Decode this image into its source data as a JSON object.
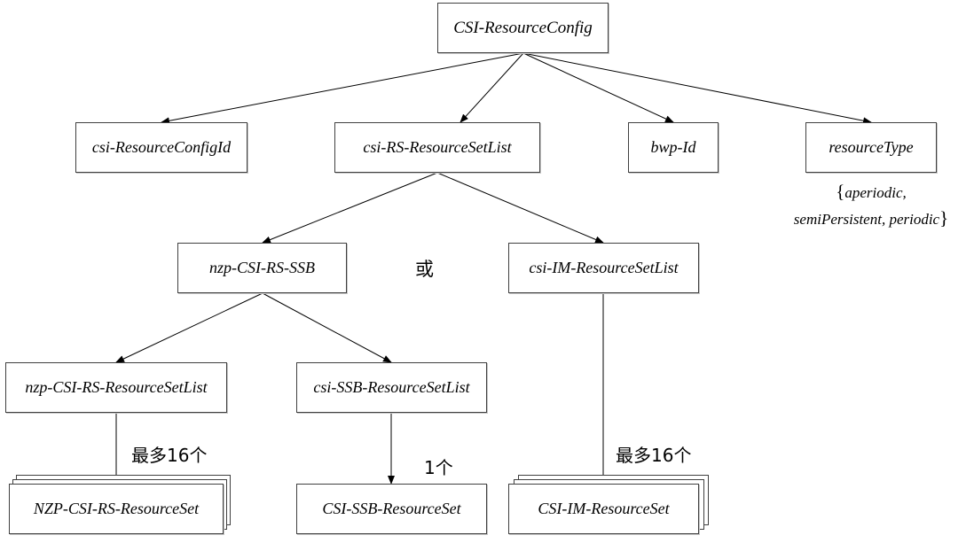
{
  "nodes": {
    "root": "CSI-ResourceConfig",
    "config_id": "csi-ResourceConfigId",
    "rs_set_list": "csi-RS-ResourceSetList",
    "bwp_id": "bwp-Id",
    "resource_type": "resourceType",
    "nzp_csi_rs_ssb": "nzp-CSI-RS-SSB",
    "im_set_list": "csi-IM-ResourceSetList",
    "nzp_set_list": "nzp-CSI-RS-ResourceSetList",
    "ssb_set_list": "csi-SSB-ResourceSetList",
    "nzp_set": "NZP-CSI-RS-ResourceSet",
    "ssb_set": "CSI-SSB-ResourceSet",
    "im_set": "CSI-IM-ResourceSet"
  },
  "resource_type_values": {
    "open_brace": "{",
    "line1": "aperiodic,",
    "line2": "semiPersistent, periodic",
    "close_brace": "}"
  },
  "labels": {
    "or": "或",
    "max16_left": "最多16个",
    "one": "1个",
    "max16_right": "最多16个"
  }
}
